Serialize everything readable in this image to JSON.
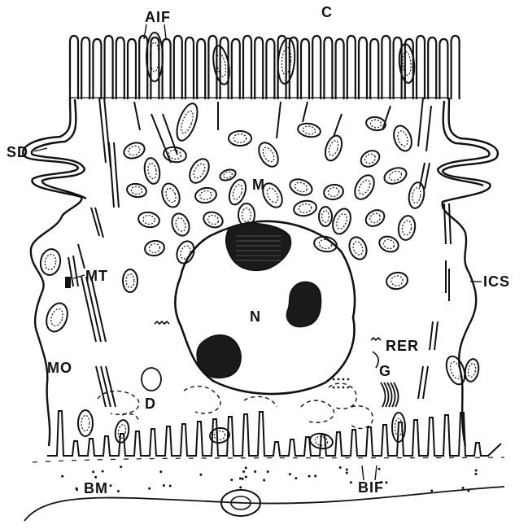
{
  "diagram": {
    "labels": {
      "c": "C",
      "aif": "AIF",
      "sd": "SD",
      "m": "M",
      "mt": "MT",
      "ics": "ICS",
      "n": "N",
      "rer": "RER",
      "g": "G",
      "mo": "MO",
      "d": "D",
      "bm": "BM",
      "bif": "BIF"
    },
    "colors": {
      "ink": "#111111",
      "paper": "#ffffff"
    }
  }
}
